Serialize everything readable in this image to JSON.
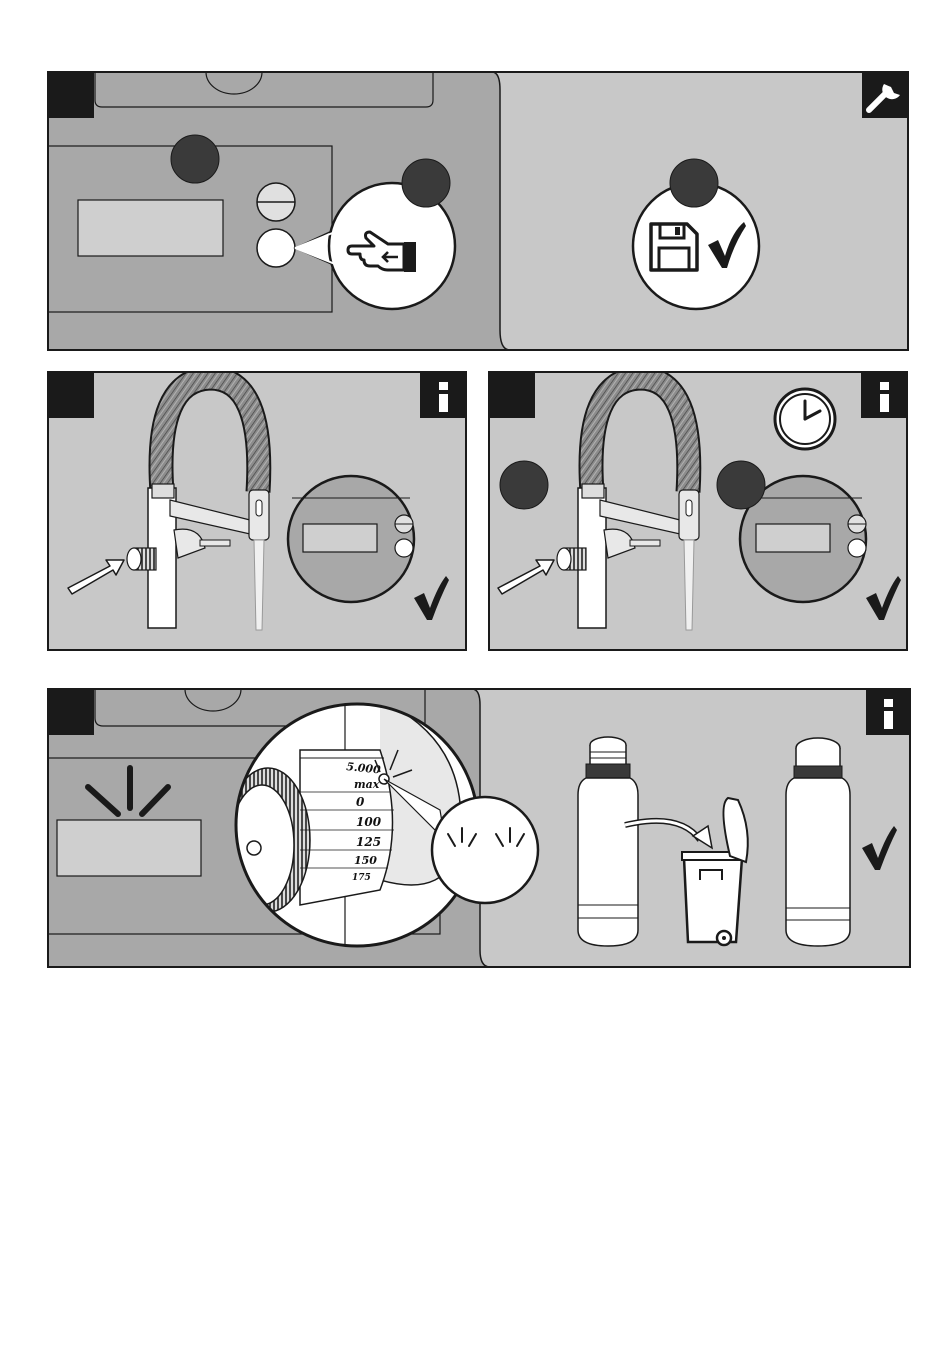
{
  "dial": {
    "marks": [
      "5.000",
      "max",
      "0",
      "100",
      "125",
      "150",
      "175"
    ]
  },
  "colors": {
    "panel": "#c8c8c8",
    "sink": "#a8a8a8",
    "badge": "#3a3a3a",
    "stroke": "#1a1a1a",
    "white": "#ffffff"
  },
  "icons": [
    "wrench-icon",
    "info-icon",
    "clock-icon",
    "save-icon",
    "check-icon",
    "pointing-hand-icon",
    "arrow-icon",
    "trash-bin-icon"
  ]
}
